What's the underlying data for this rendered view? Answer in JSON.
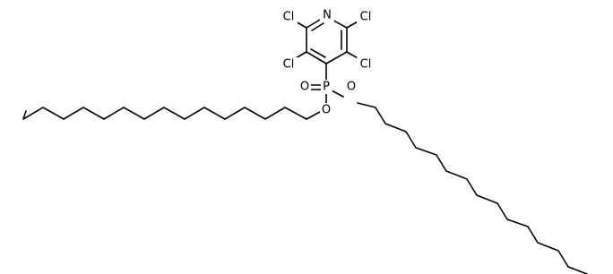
{
  "atoms": [
    {
      "id": "N1",
      "label": "N"
    },
    {
      "id": "Cl2",
      "label": "Cl"
    },
    {
      "id": "Cl6",
      "label": "Cl"
    },
    {
      "id": "Cl3",
      "label": "Cl"
    },
    {
      "id": "Cl5",
      "label": "Cl"
    },
    {
      "id": "P",
      "label": "P"
    },
    {
      "id": "O_dbl",
      "label": "O"
    },
    {
      "id": "O_left",
      "label": "O"
    },
    {
      "id": "O_right",
      "label": "O"
    }
  ],
  "colors": {
    "bond": "#000000",
    "label": "#000000",
    "background": "#ffffff"
  }
}
